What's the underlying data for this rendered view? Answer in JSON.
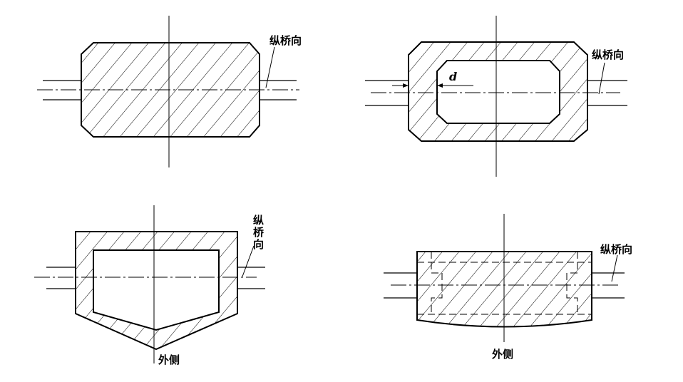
{
  "labels": {
    "longitudinal": "纵桥向",
    "outer_side": "外侧",
    "thickness_symbol": "d"
  },
  "vertical_longitudinal": [
    "纵",
    "桥",
    "向"
  ]
}
